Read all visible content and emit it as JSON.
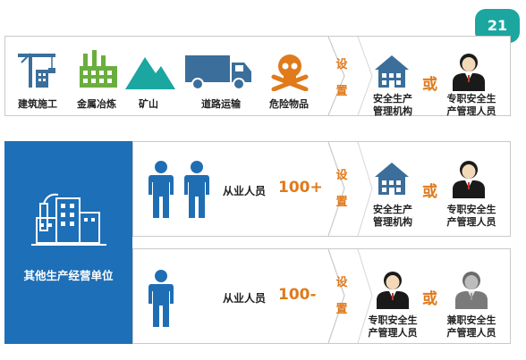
{
  "page_number": "21",
  "colors": {
    "teal": "#1ba7a0",
    "green": "#6aae3f",
    "blue": "#1d6fb8",
    "steel": "#3b6e9a",
    "orange": "#e07a1b",
    "person": "#1f6eb4"
  },
  "row1": {
    "industries": [
      "建筑施工",
      "金属冶炼",
      "矿山",
      "道路运输",
      "危险物品"
    ],
    "set_label": "设置",
    "option_a": "安全生产\n管理机构",
    "or_label": "或",
    "option_b": "专职安全生\n产管理人员"
  },
  "other_units_label": "其他生产经营单位",
  "row2": {
    "staff_label": "从业人员",
    "count": "100+",
    "set_label": "设置",
    "option_a": "安全生产\n管理机构",
    "or_label": "或",
    "option_b": "专职安全生\n产管理人员"
  },
  "row3": {
    "staff_label": "从业人员",
    "count": "100-",
    "set_label": "设置",
    "option_a": "专职安全生\n产管理人员",
    "or_label": "或",
    "option_b": "兼职安全生\n产管理人员"
  }
}
